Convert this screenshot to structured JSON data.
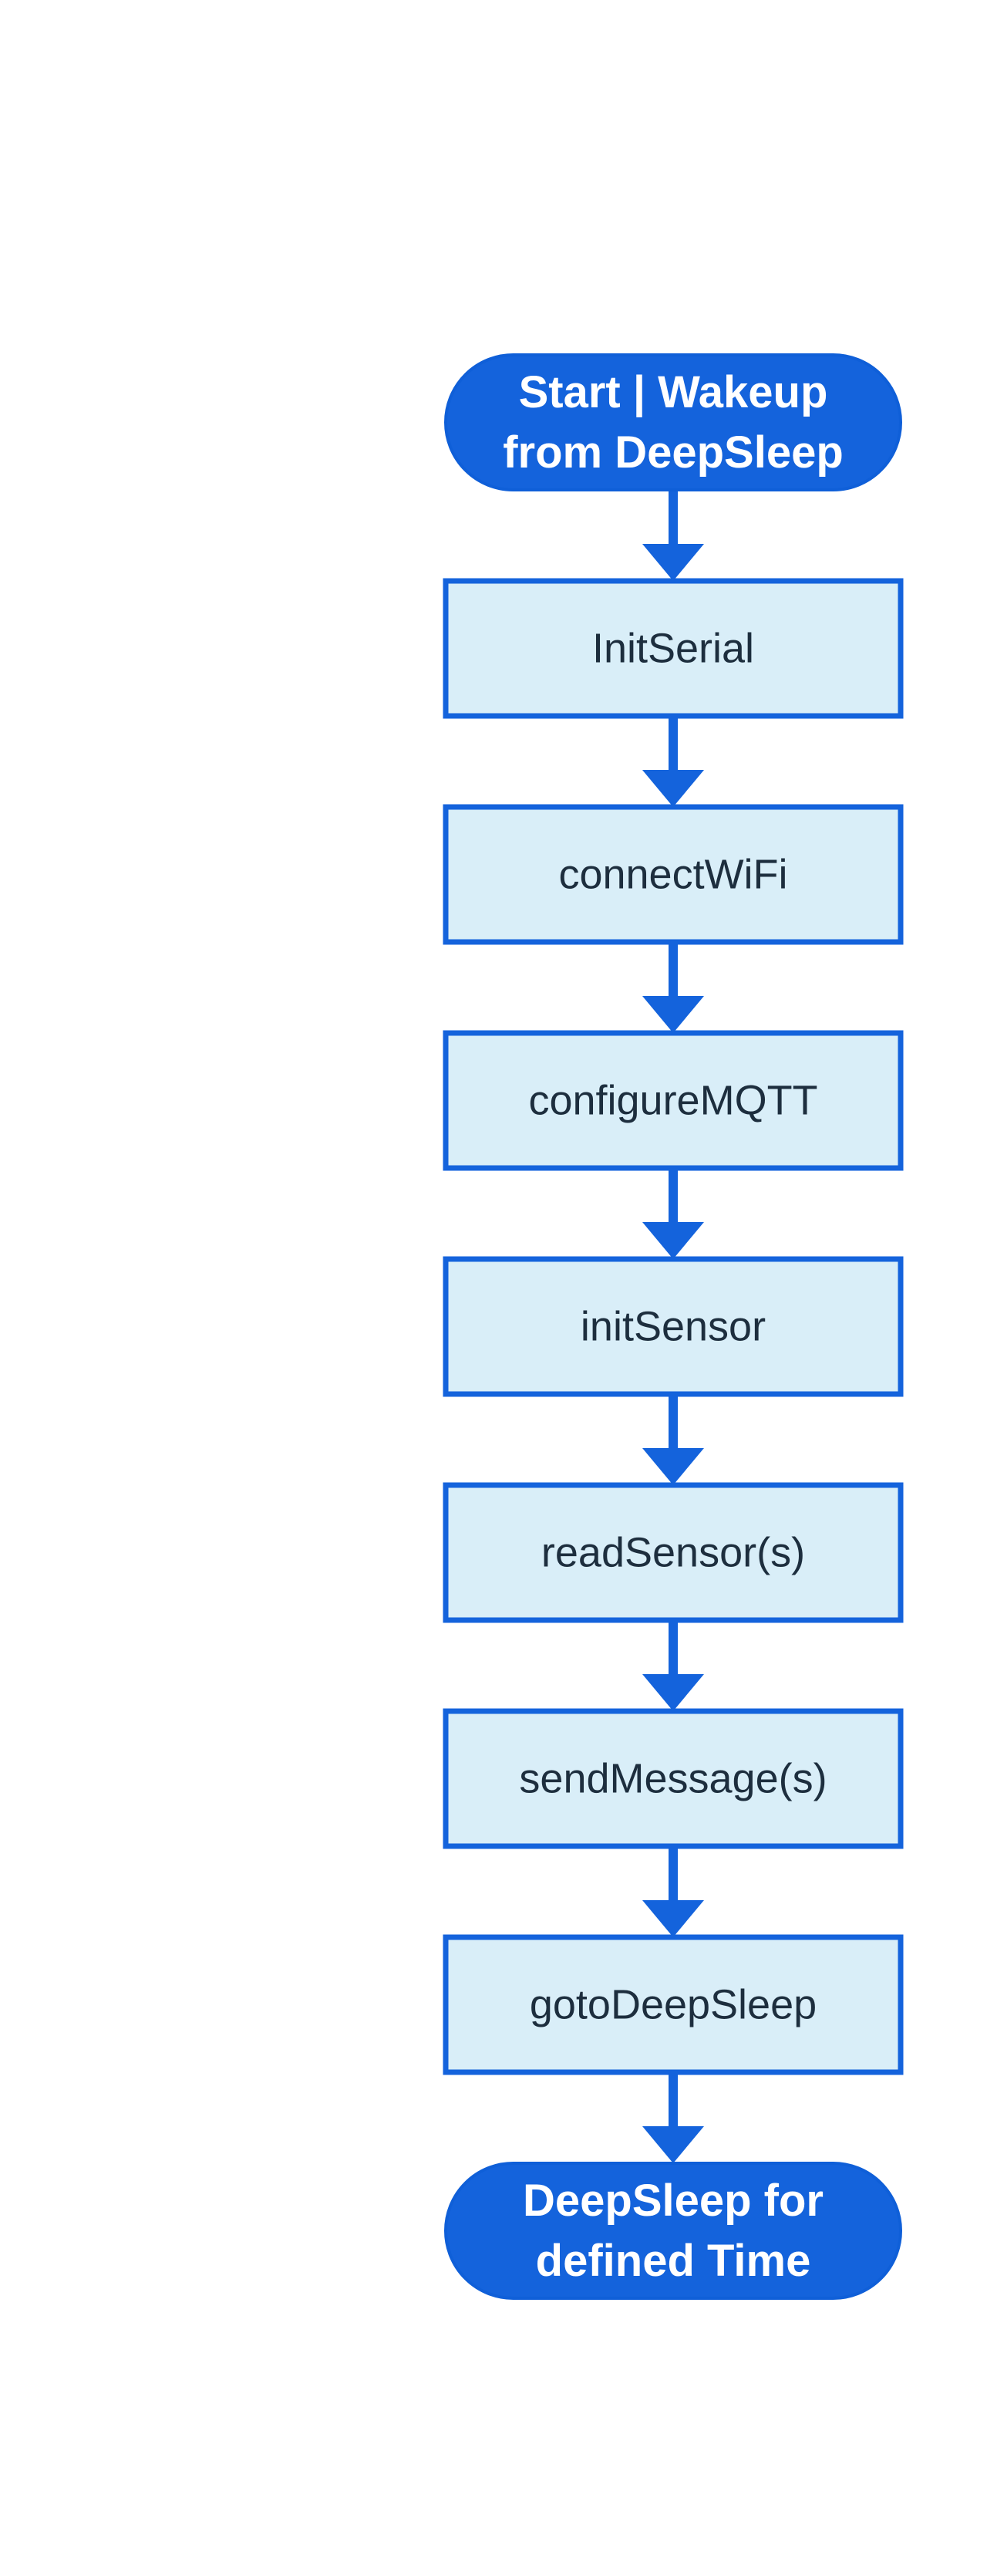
{
  "diagram": {
    "colors": {
      "accent": "#1463dc",
      "process_fill": "#d9eef8",
      "terminal_text": "#ffffff",
      "process_text": "#1d2e3e",
      "arrow": "#1463dc"
    },
    "nodes": [
      {
        "id": "start",
        "kind": "terminal",
        "lines": [
          "Start | Wakeup",
          "from DeepSleep"
        ]
      },
      {
        "id": "init-serial",
        "kind": "process",
        "lines": [
          "InitSerial"
        ]
      },
      {
        "id": "connect-wifi",
        "kind": "process",
        "lines": [
          "connectWiFi"
        ]
      },
      {
        "id": "configure-mqtt",
        "kind": "process",
        "lines": [
          "configureMQTT"
        ]
      },
      {
        "id": "init-sensor",
        "kind": "process",
        "lines": [
          "initSensor"
        ]
      },
      {
        "id": "read-sensors",
        "kind": "process",
        "lines": [
          "readSensor(s)"
        ]
      },
      {
        "id": "send-messages",
        "kind": "process",
        "lines": [
          "sendMessage(s)"
        ]
      },
      {
        "id": "goto-deepsleep",
        "kind": "process",
        "lines": [
          "gotoDeepSleep"
        ]
      },
      {
        "id": "deepsleep-end",
        "kind": "terminal",
        "lines": [
          "DeepSleep for",
          "defined Time"
        ]
      }
    ],
    "edges": [
      [
        "start",
        "init-serial"
      ],
      [
        "init-serial",
        "connect-wifi"
      ],
      [
        "connect-wifi",
        "configure-mqtt"
      ],
      [
        "configure-mqtt",
        "init-sensor"
      ],
      [
        "init-sensor",
        "read-sensors"
      ],
      [
        "read-sensors",
        "send-messages"
      ],
      [
        "send-messages",
        "goto-deepsleep"
      ],
      [
        "goto-deepsleep",
        "deepsleep-end"
      ]
    ]
  }
}
